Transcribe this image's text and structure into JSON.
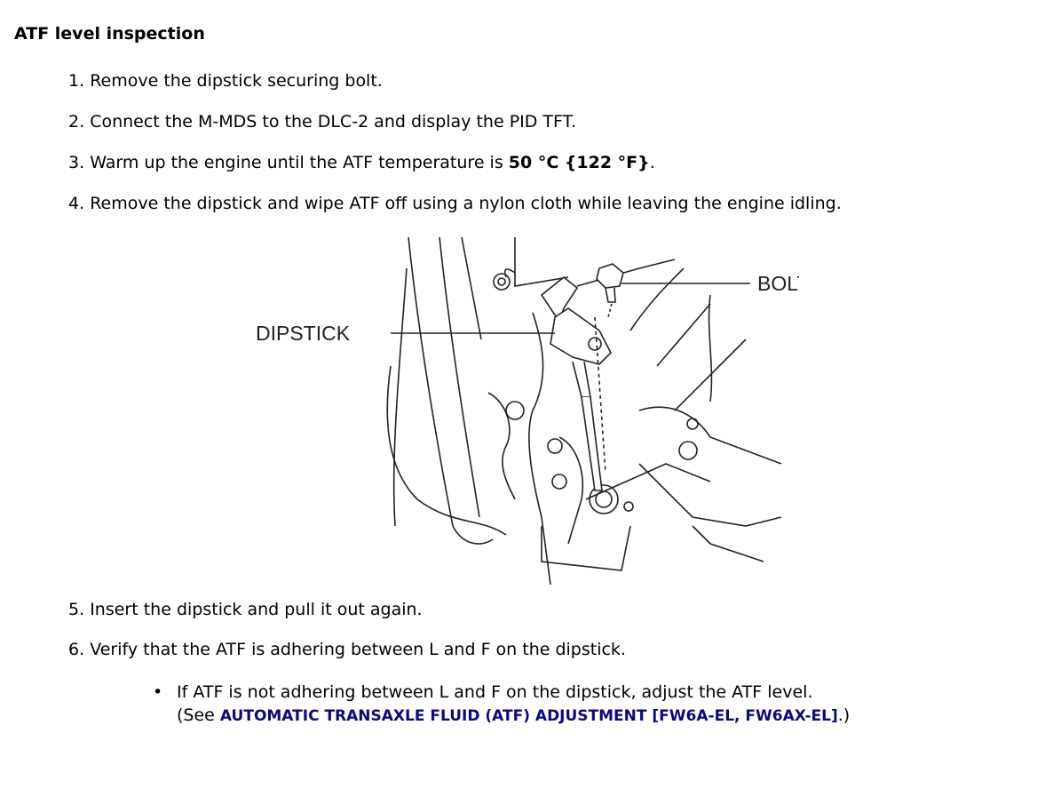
{
  "title": "ATF level inspection",
  "steps": [
    {
      "num": "1.",
      "text": "Remove the dipstick securing bolt."
    },
    {
      "num": "2.",
      "text": "Connect the M-MDS to the DLC-2 and display the PID TFT."
    },
    {
      "num": "3.",
      "text": "Warm up the engine until the ATF temperature is ",
      "bold": "50 °C {122 °F}",
      "after": "."
    },
    {
      "num": "4.",
      "text": "Remove the dipstick and wipe ATF off using a nylon cloth while leaving the engine idling."
    },
    {
      "num": "5.",
      "text": "Insert the dipstick and pull it out again."
    },
    {
      "num": "6.",
      "text": "Verify that the ATF is adhering between L and F on the dipstick."
    }
  ],
  "figure": {
    "label_dipstick": "DIPSTICK",
    "label_bolt": "BOLT"
  },
  "note": {
    "text": "If ATF is not adhering between L and F on the dipstick, adjust the ATF level.",
    "see_prefix": "(See ",
    "link": "AUTOMATIC TRANSAXLE FLUID (ATF) ADJUSTMENT [FW6A-EL, FW6AX-EL]",
    "see_suffix": ".)"
  },
  "colors": {
    "link": "#0a0a80"
  }
}
